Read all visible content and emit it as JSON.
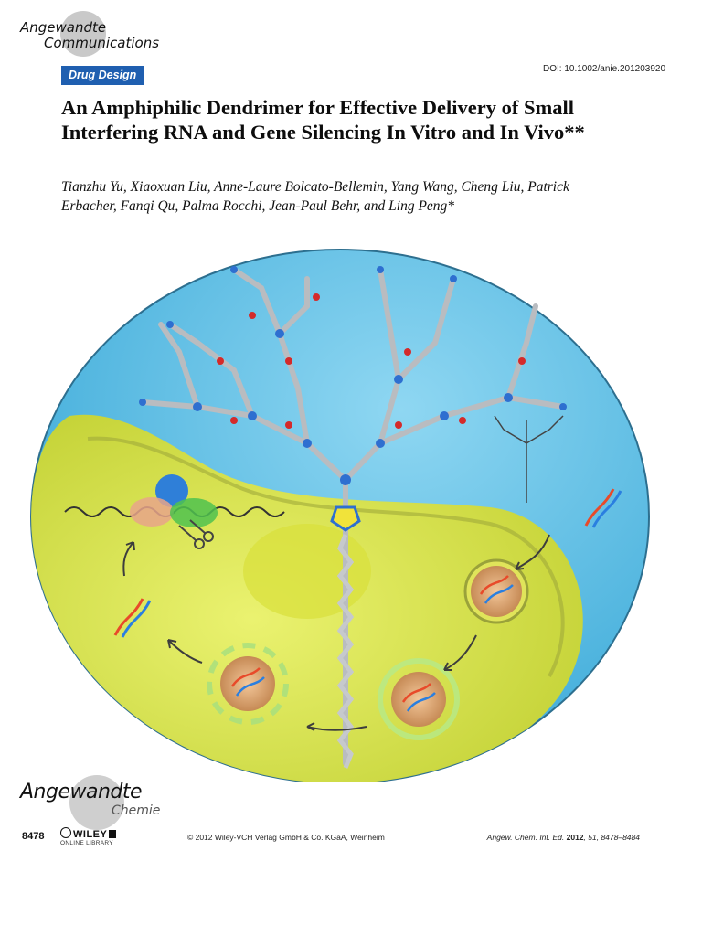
{
  "header": {
    "journal_line1": "Angewandte",
    "journal_line2": "Communications",
    "doi": "DOI: 10.1002/anie.201203920",
    "section": "Drug Design"
  },
  "article": {
    "title": "An Amphiphilic Dendrimer for Effective Delivery of Small Interfering RNA and Gene Silencing In Vitro and In Vivo**",
    "authors": "Tianzhu Yu, Xiaoxuan Liu, Anne-Laure Bolcato-Bellemin, Yang Wang, Cheng Liu, Patrick Erbacher, Fanqi Qu, Palma Rocchi, Jean-Paul Behr, and Ling Peng*"
  },
  "colors": {
    "section_badge": "#1f5fb0",
    "cover_blue": "#5cc1e6",
    "cover_yellow": "#e6ec4a",
    "nitrogen": "#2e6fd0",
    "oxygen": "#d42a2a",
    "carbon": "#b9bcc0"
  },
  "footer": {
    "journal_logo_line1": "Angewandte",
    "journal_logo_line2": "Chemie",
    "page_number": "8478",
    "publisher_line1": "WILEY",
    "publisher_line2": "ONLINE LIBRARY",
    "copyright": "© 2012 Wiley-VCH Verlag GmbH & Co. KGaA, Weinheim",
    "citation_journal": "Angew. Chem. Int. Ed.",
    "citation_year": "2012",
    "citation_rest": ", 51, 8478–8484"
  }
}
